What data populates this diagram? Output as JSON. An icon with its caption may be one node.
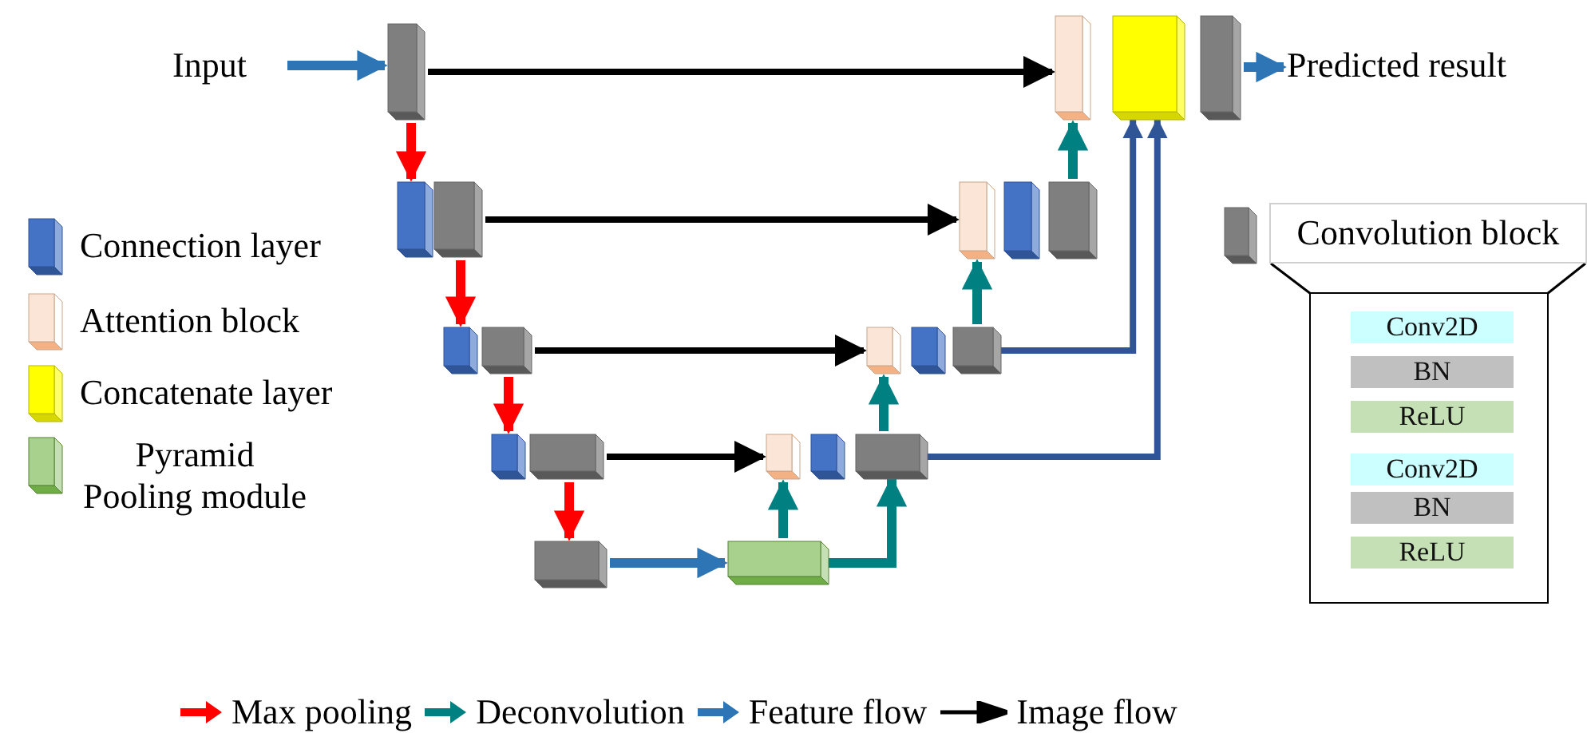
{
  "diagram": {
    "nodes": [
      {
        "text": [
          "Input"
        ]
      },
      {
        "text": [],
        "shape": "box"
      },
      {
        "text": [],
        "shape": "box"
      },
      {
        "text": [],
        "shape": "box"
      },
      {
        "text": [],
        "shape": "box"
      },
      {
        "text": [],
        "shape": "box"
      },
      {
        "text": [],
        "shape": "box"
      },
      {
        "text": [],
        "shape": "box"
      },
      {
        "text": [],
        "shape": "box"
      },
      {
        "text": [],
        "shape": "box"
      },
      {
        "text": [],
        "shape": "box"
      },
      {
        "text": [],
        "shape": "box"
      },
      {
        "text": [],
        "shape": "box"
      },
      {
        "text": [],
        "shape": "box"
      },
      {
        "text": [],
        "shape": "box"
      },
      {
        "text": [],
        "shape": "box"
      },
      {
        "text": [],
        "shape": "box"
      },
      {
        "text": [],
        "shape": "box"
      },
      {
        "text": [],
        "shape": "box"
      },
      {
        "text": [],
        "shape": "box"
      },
      {
        "text": [],
        "shape": "box"
      },
      {
        "text": [],
        "shape": "box"
      },
      {
        "text": [
          "Predicted result"
        ]
      },
      {
        "text": [
          "Convolution block"
        ]
      },
      {
        "text": [],
        "shape": "box"
      },
      {
        "text": [
          "Conv2D"
        ],
        "in": 24
      },
      {
        "text": [
          "BN"
        ],
        "in": 24
      },
      {
        "text": [
          "ReLU"
        ],
        "in": 24
      },
      {
        "text": [
          "Conv2D"
        ],
        "in": 24
      },
      {
        "text": [
          "BN"
        ],
        "in": 24
      },
      {
        "text": [
          "ReLU"
        ],
        "in": 24
      }
    ],
    "edges": [
      {
        "from": 0,
        "to": 1,
        "arrow": "to",
        "color": "#2e75b6"
      },
      {
        "from": 1,
        "to": 19,
        "arrow": "to",
        "color": "#000000"
      },
      {
        "from": 1,
        "to": 2,
        "arrow": "to",
        "color": "#ff0000"
      },
      {
        "from": 3,
        "to": 16,
        "arrow": "to",
        "color": "#000000"
      },
      {
        "from": 3,
        "to": 4,
        "arrow": "to",
        "color": "#ff0000"
      },
      {
        "from": 5,
        "to": 13,
        "arrow": "to",
        "color": "#000000"
      },
      {
        "from": 5,
        "to": 6,
        "arrow": "to",
        "color": "#ff0000"
      },
      {
        "from": 7,
        "to": 10,
        "arrow": "to",
        "color": "#000000"
      },
      {
        "from": 7,
        "to": 8,
        "arrow": "to",
        "color": "#ff0000"
      },
      {
        "from": 8,
        "to": 9,
        "arrow": "to",
        "color": "#2e75b6"
      },
      {
        "from": 9,
        "to": 10,
        "arrow": "to"
      },
      {
        "from": 9,
        "to": 12,
        "arrow": "to"
      },
      {
        "from": 12,
        "to": 13,
        "arrow": "to"
      },
      {
        "from": 12,
        "to": 20,
        "arrow": "to",
        "color": "#2f5597"
      },
      {
        "from": 15,
        "to": 16,
        "arrow": "to"
      },
      {
        "from": 15,
        "to": 20,
        "arrow": "to",
        "color": "#2f5597"
      },
      {
        "from": 18,
        "to": 19,
        "arrow": "to"
      },
      {
        "from": 21,
        "to": 22,
        "arrow": "to",
        "color": "#2e75b6"
      }
    ],
    "legend": [
      {
        "text": "Connection layer",
        "color": "#4472c4"
      },
      {
        "text": "Attention block",
        "color": "#fbe5d6"
      },
      {
        "text": "Concatenate layer",
        "color": "#ffff00"
      },
      {
        "text": "Pyramid Pooling module",
        "color": "#a9d18e"
      },
      {
        "text": "Max pooling"
      },
      {
        "text": "Deconvolution"
      },
      {
        "text": "Feature flow"
      },
      {
        "text": "Image flow"
      }
    ]
  }
}
